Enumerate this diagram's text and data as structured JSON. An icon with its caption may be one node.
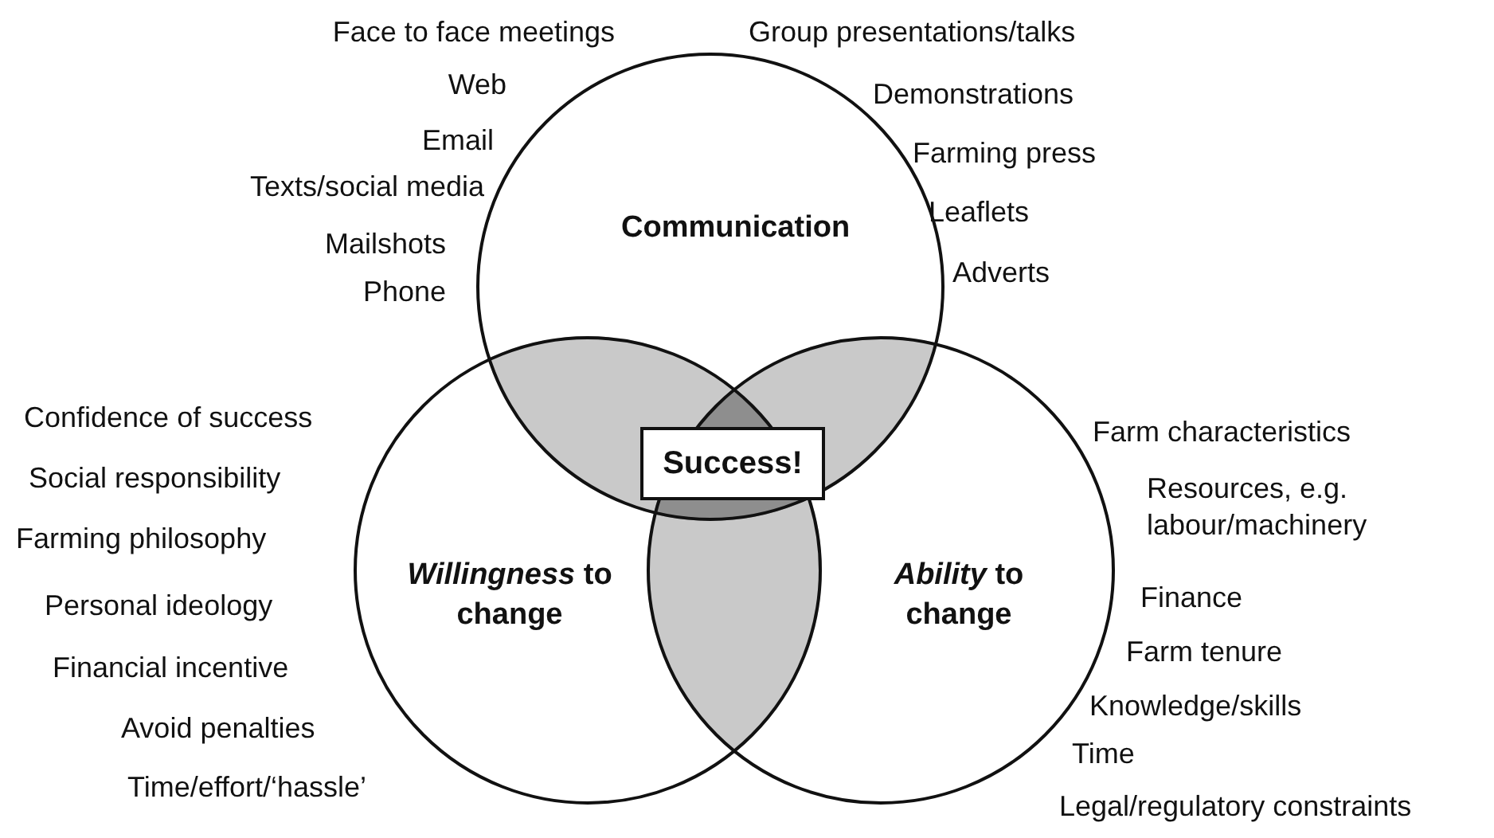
{
  "diagram": {
    "nodes": [
      {
        "text": [
          "Communication"
        ]
      },
      {
        "text": [
          "*Willingness* to change"
        ]
      },
      {
        "text": [
          "*Ability* to change"
        ]
      },
      {
        "text": [
          "Success!"
        ]
      }
    ],
    "edges": [],
    "labels": [
      "Face to face meetings",
      "Group presentations/talks",
      "Web",
      "Demonstrations",
      "Email",
      "Farming press",
      "Texts/social media",
      "Leaflets",
      "Mailshots",
      "Adverts",
      "Phone",
      "Confidence of success",
      "Farm characteristics",
      "Social responsibility",
      "Resources, e.g. labour/machinery",
      "Farming philosophy",
      "Personal ideology",
      "Finance",
      "Financial incentive",
      "Farm tenure",
      "Knowledge/skills",
      "Avoid penalties",
      "Time",
      "Time/effort/‘hassle’",
      "Legal/regulatory constraints"
    ]
  }
}
